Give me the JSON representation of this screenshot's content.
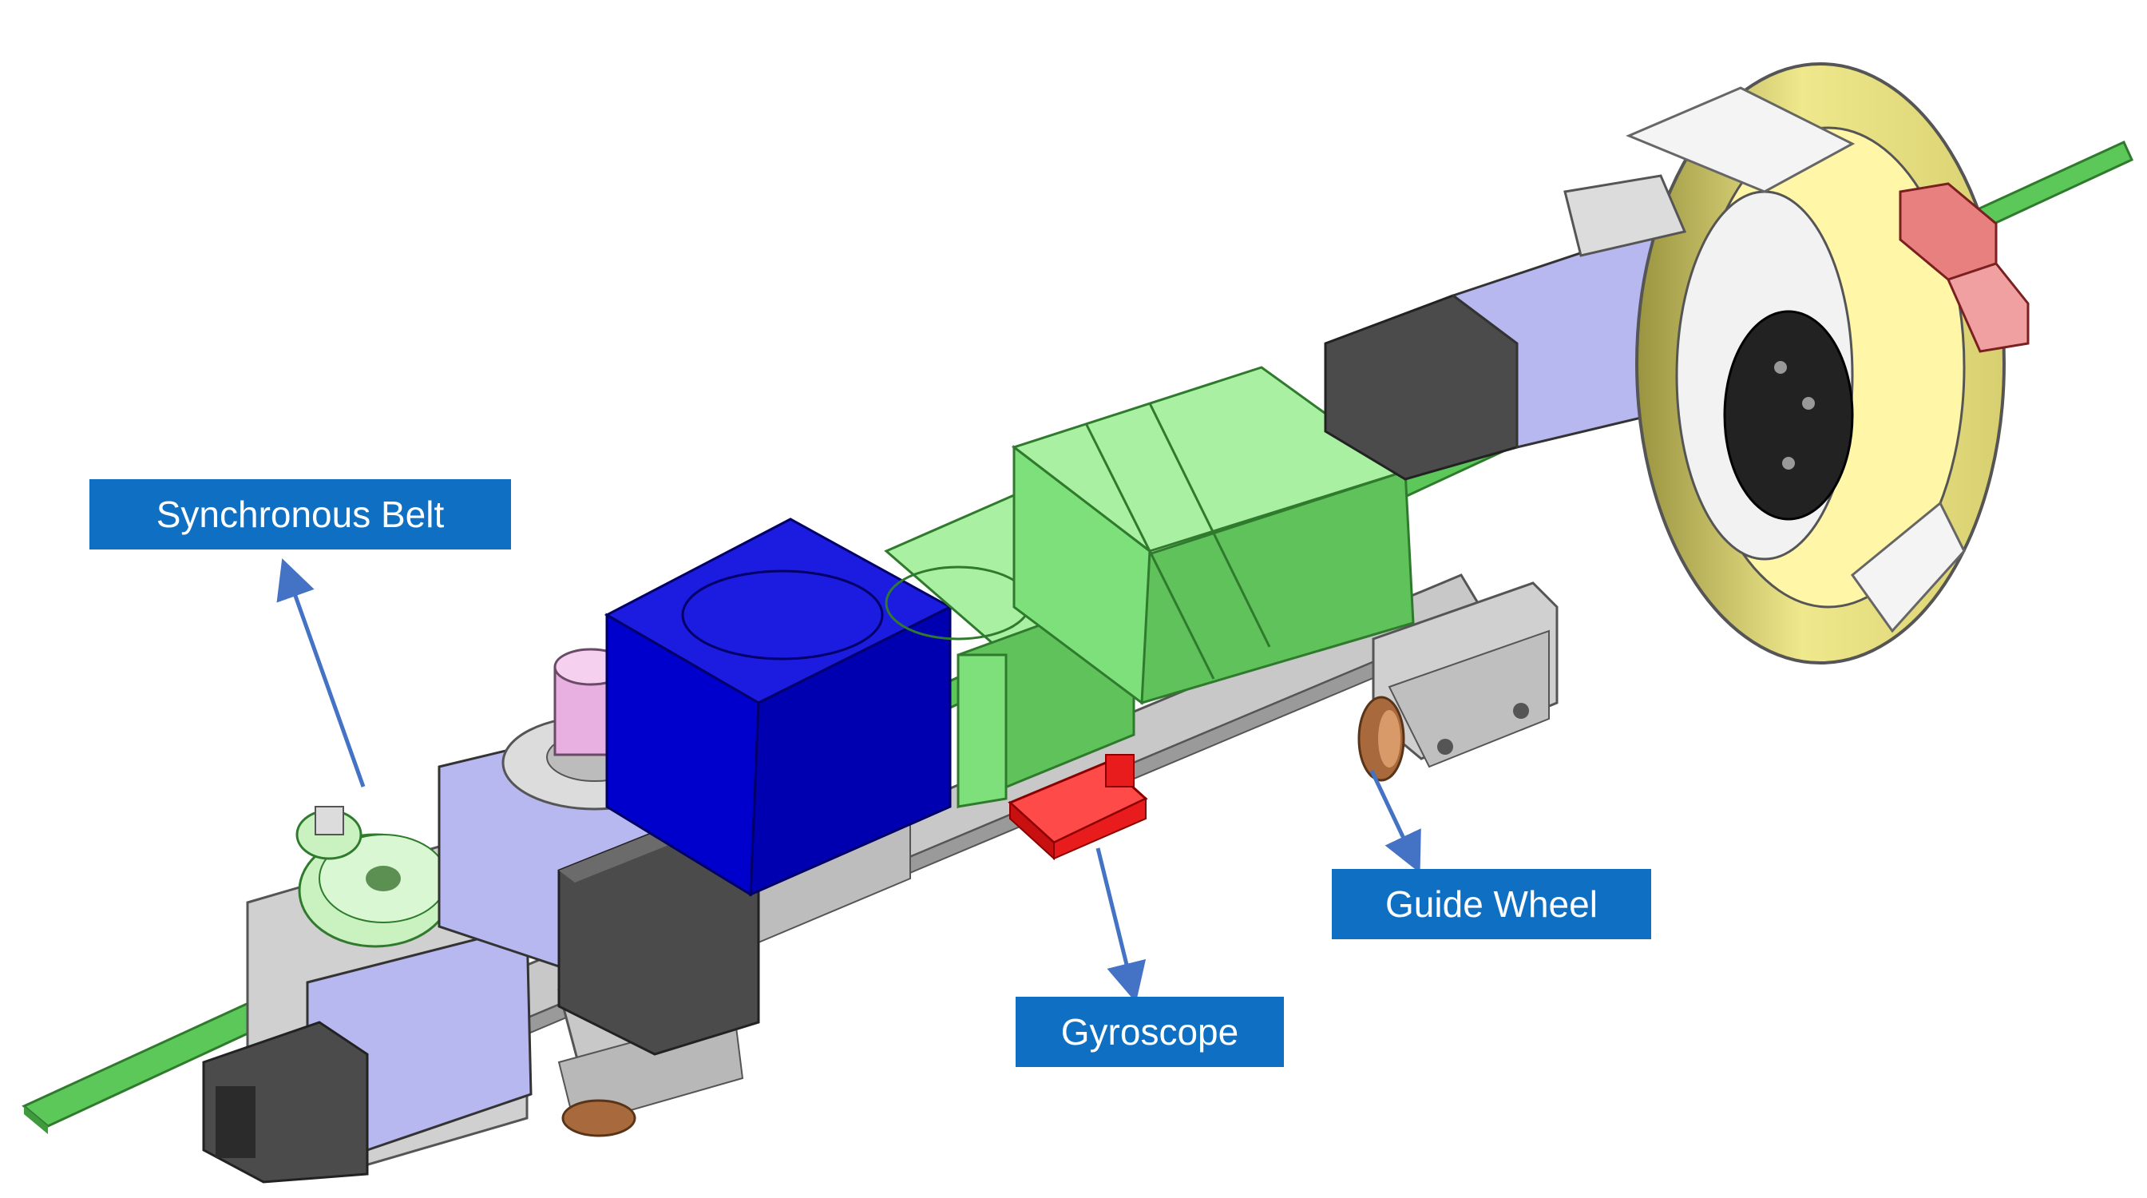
{
  "labels": {
    "synchronous_belt": "Synchronous Belt",
    "guide_wheel": "Guide Wheel",
    "gyroscope": "Gyroscope"
  },
  "colors": {
    "callout_fill": "#0f6fc2",
    "callout_text": "#ffffff",
    "leader_arrow": "#4472c4",
    "belt": "#5cc85a",
    "battery_box": "#0000cc",
    "control_modules": "#7ee07a",
    "motor_housing": "#b7b8ef",
    "stepper_motor": "#4b4b4b",
    "gyroscope": "#e81c1c",
    "guide_wheel": "#efe88c",
    "encoder_cap": "#e8b0e0",
    "mount_plate": "#c8c8c8",
    "roller": "#a86a3c"
  }
}
